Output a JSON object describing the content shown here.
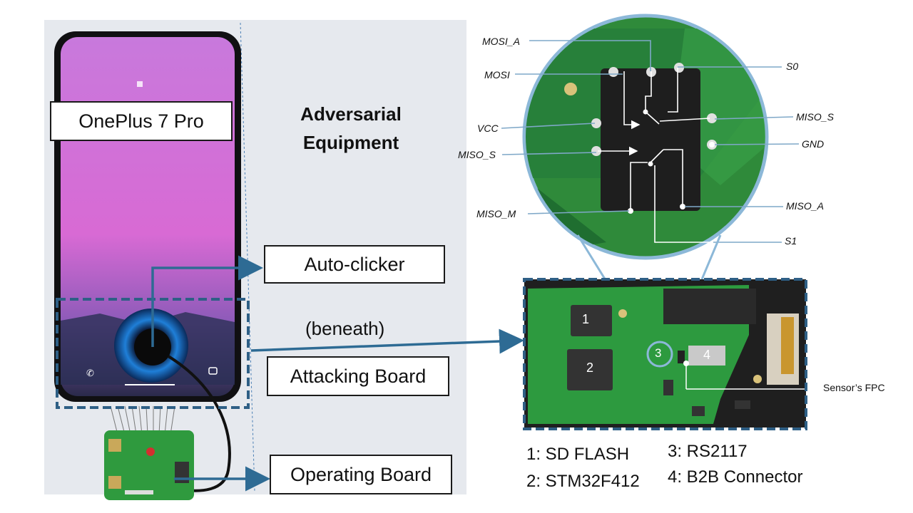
{
  "phone": {
    "model_label": "OnePlus 7 Pro"
  },
  "section_title": [
    "Adversarial",
    "Equipment"
  ],
  "callouts": {
    "auto_clicker": "Auto-clicker",
    "beneath": "(beneath)",
    "attacking_board": "Attacking Board",
    "operating_board": "Operating Board",
    "sensor_fpc": "Sensor’s FPC"
  },
  "chip_pins": {
    "mosi_a": "MOSI_A",
    "mosi": "MOSI",
    "vcc": "VCC",
    "miso_s_left": "MISO_S",
    "miso_m": "MISO_M",
    "s0": "S0",
    "miso_s_right": "MISO_S",
    "gnd": "GND",
    "miso_a": "MISO_A",
    "s1": "S1"
  },
  "board_markers": [
    "1",
    "2",
    "3",
    "4"
  ],
  "legend": [
    "1: SD FLASH",
    "3: RS2117",
    "2: STM32F412",
    "4: B2B Connector"
  ],
  "colors": {
    "arrow": "#2e6b94",
    "dashed_box": "#2e5f85",
    "pcb_green": "#1f8a3a",
    "chip_black": "#1e1e1e",
    "screen_purple": "#c86fd8"
  }
}
